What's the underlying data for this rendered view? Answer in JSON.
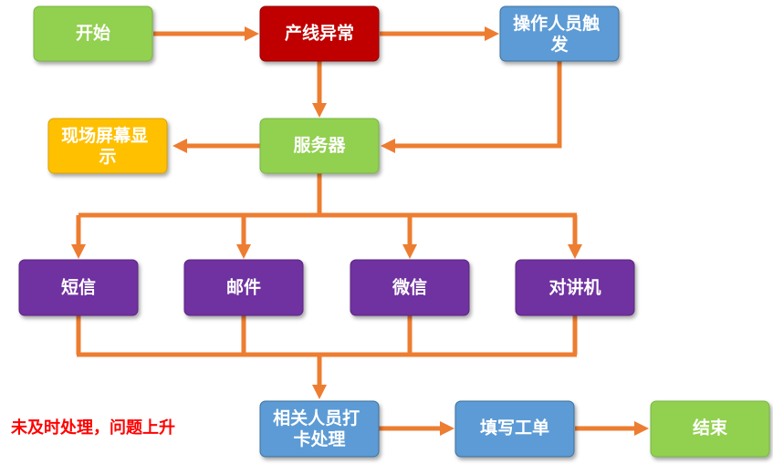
{
  "nodes": {
    "start": {
      "label": "开始",
      "color": "#92D050"
    },
    "line_anomaly": {
      "label": "产线异常",
      "color": "#C00000"
    },
    "operator_trigger": {
      "label_lines": [
        "操作人员触",
        "发"
      ],
      "color": "#5B9BD5"
    },
    "server": {
      "label": "服务器",
      "color": "#92D050"
    },
    "onsite_screen": {
      "label_lines": [
        "现场屏幕显",
        "示"
      ],
      "color": "#FFC000"
    },
    "sms": {
      "label": "短信",
      "color": "#7030A0"
    },
    "email": {
      "label": "邮件",
      "color": "#7030A0"
    },
    "wechat": {
      "label": "微信",
      "color": "#7030A0"
    },
    "intercom": {
      "label": "对讲机",
      "color": "#7030A0"
    },
    "staff_clock_in": {
      "label_lines": [
        "相关人员打",
        "卡处理"
      ],
      "color": "#5B9BD5"
    },
    "fill_form": {
      "label": "填写工单",
      "color": "#5B9BD5"
    },
    "end": {
      "label": "结束",
      "color": "#92D050"
    }
  },
  "note": {
    "text": "未及时处理，问题上升",
    "color": "#FF0000"
  },
  "connector_color": "#ED7D31"
}
